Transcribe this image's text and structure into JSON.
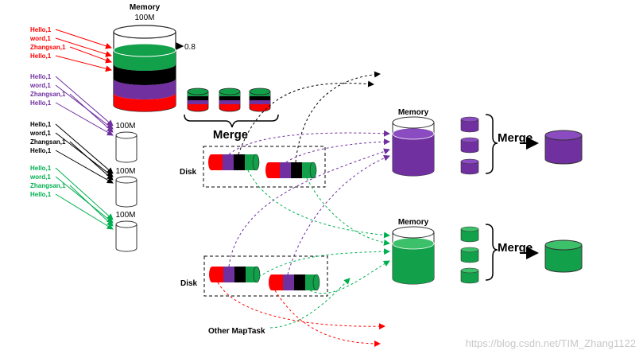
{
  "colors": {
    "red": "#ff0000",
    "green": "#12a04a",
    "black": "#000000",
    "purple": "#7030a0",
    "accent_green": "#00b050"
  },
  "memory_top": {
    "title": "Memory",
    "size": "100M",
    "threshold": "0.8"
  },
  "record_groups": [
    {
      "color": "red",
      "records": [
        "Hello,1",
        "word,1",
        "Zhangsan,1",
        "Hello,1"
      ]
    },
    {
      "color": "purple",
      "records": [
        "Hello,1",
        "word,1",
        "Zhangsan,1",
        "Hello,1"
      ]
    },
    {
      "color": "black",
      "records": [
        "Hello,1",
        "word,1",
        "Zhangsan,1",
        "Hello,1"
      ]
    },
    {
      "color": "green",
      "records": [
        "Hello,1",
        "word,1",
        "Zhangsan,1",
        "Hello,1"
      ]
    }
  ],
  "buffer_labels": [
    "100M",
    "100M",
    "100M"
  ],
  "merge_left": "Merge",
  "disk_labels": [
    "Disk",
    "Disk"
  ],
  "reducers": [
    {
      "memory_label": "Memory",
      "merge_label": "Merge",
      "color": "purple"
    },
    {
      "memory_label": "Memory",
      "merge_label": "Merge",
      "color": "green"
    }
  ],
  "other_maptask": "Other MapTask",
  "watermark": "https://blog.csdn.net/TIM_Zhang1122"
}
